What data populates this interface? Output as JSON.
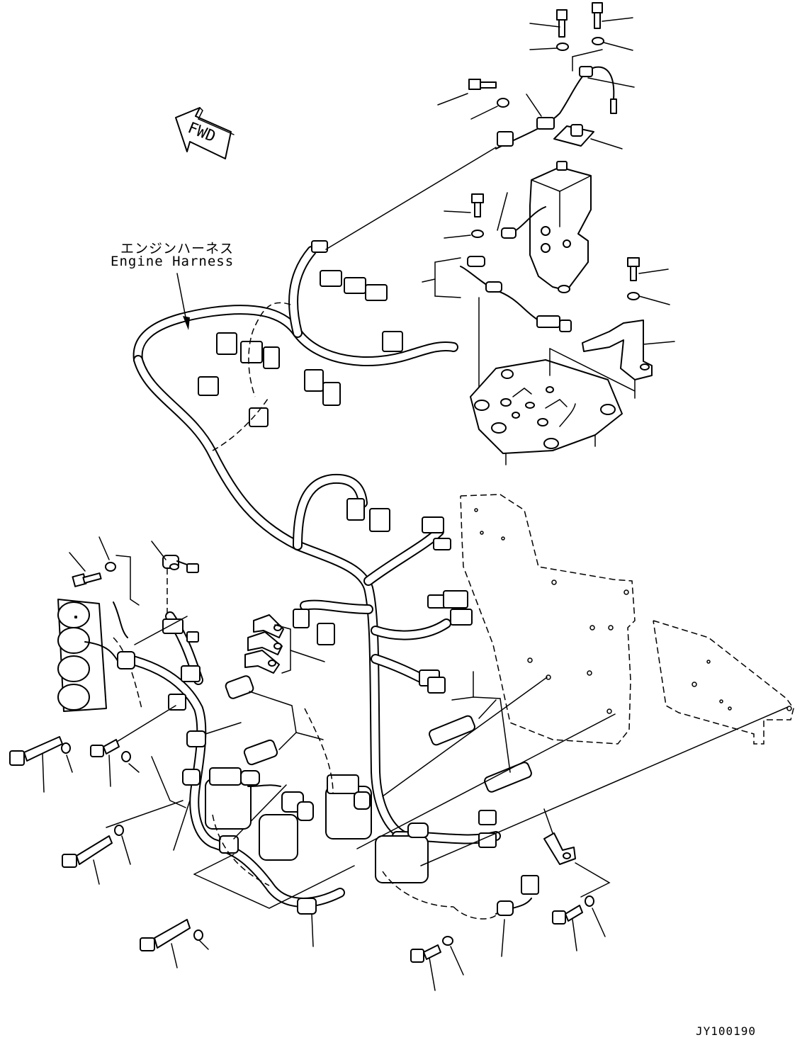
{
  "labels": {
    "harness_jp": "エンジンハーネス",
    "harness_en": "Engine Harness",
    "fwd": "FWD",
    "drawing_code": "JY100190"
  },
  "colors": {
    "line": "#000000",
    "background": "#ffffff"
  }
}
